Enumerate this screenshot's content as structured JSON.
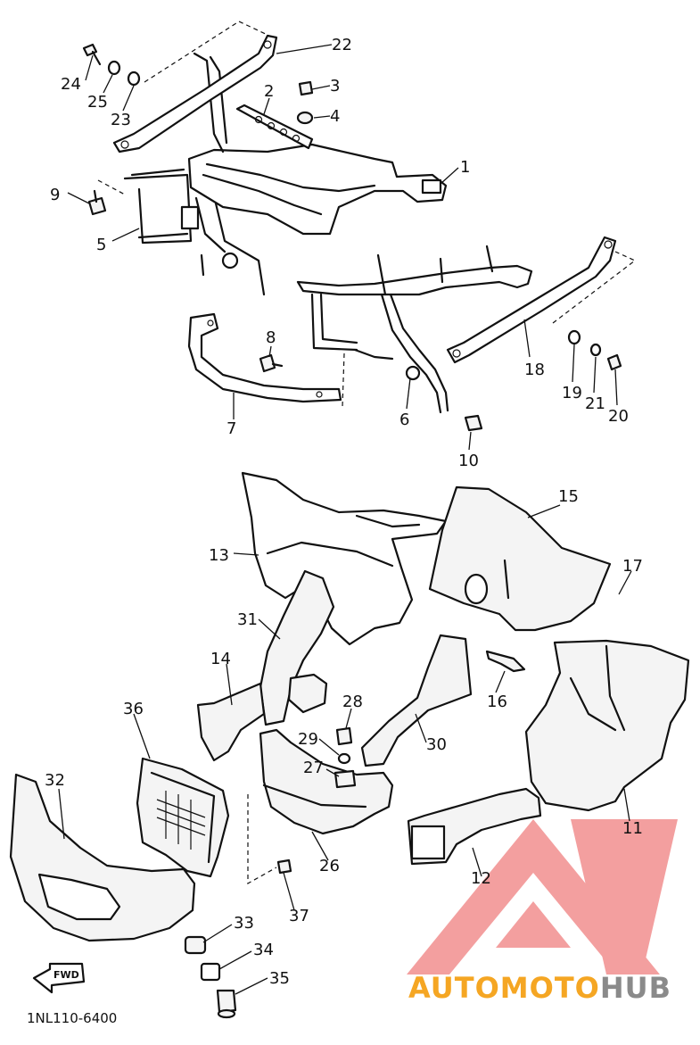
{
  "diagram": {
    "callouts": [
      "1",
      "2",
      "3",
      "4",
      "5",
      "6",
      "7",
      "8",
      "9",
      "10",
      "11",
      "12",
      "13",
      "14",
      "15",
      "16",
      "17",
      "18",
      "19",
      "20",
      "21",
      "22",
      "23",
      "24",
      "25",
      "26",
      "27",
      "28",
      "29",
      "30",
      "31",
      "32",
      "33",
      "34",
      "35",
      "36",
      "37"
    ],
    "fwd_label": "FWD",
    "part_code": "1NL110-6400"
  },
  "watermark": {
    "part1": "AUTO",
    "part2": "MOTO",
    "part3": "HUB",
    "colors": {
      "auto": "#f5a623",
      "moto": "#f5a623",
      "hub": "#8a8a8a",
      "logo": "#f08080"
    }
  }
}
